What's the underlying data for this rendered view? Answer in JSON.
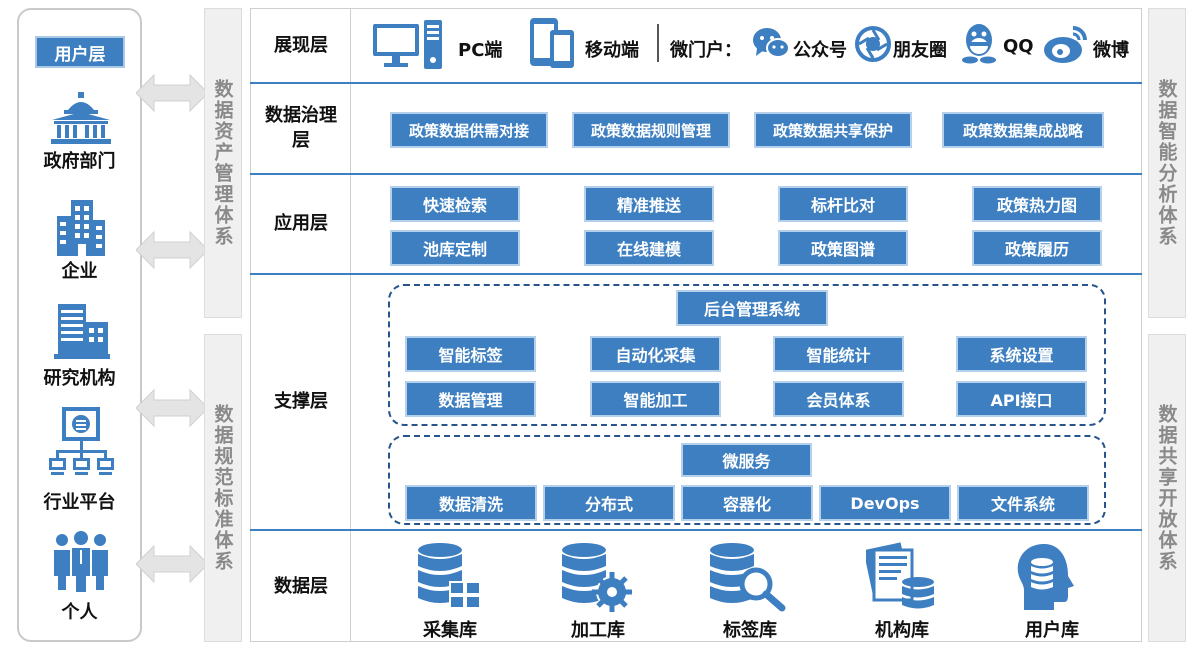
{
  "user_layer": {
    "title": "用户层",
    "items": [
      {
        "label": "政府部门",
        "icon": "government-building-icon"
      },
      {
        "label": "企业",
        "icon": "office-building-icon"
      },
      {
        "label": "研究机构",
        "icon": "research-building-icon"
      },
      {
        "label": "行业平台",
        "icon": "network-platform-icon"
      },
      {
        "label": "个人",
        "icon": "people-group-icon"
      }
    ]
  },
  "left_systems": [
    {
      "label": "数据资产管理体系"
    },
    {
      "label": "数据规范标准体系"
    }
  ],
  "right_systems": [
    {
      "label": "数据智能分析体系"
    },
    {
      "label": "数据共享开放体系"
    }
  ],
  "presentation_layer": {
    "label": "展现层",
    "pc": "PC端",
    "mobile": "移动端",
    "micro_portal": "微门户：",
    "channels": [
      {
        "label": "公众号",
        "icon": "wechat-icon"
      },
      {
        "label": "朋友圈",
        "icon": "moments-icon"
      },
      {
        "label": "QQ",
        "icon": "qq-penguin-icon"
      },
      {
        "label": "微博",
        "icon": "weibo-icon"
      }
    ]
  },
  "governance_layer": {
    "label": "数据治理层",
    "items": [
      "政策数据供需对接",
      "政策数据规则管理",
      "政策数据共享保护",
      "政策数据集成战略"
    ]
  },
  "application_layer": {
    "label": "应用层",
    "row1": [
      "快速检索",
      "精准推送",
      "标杆比对",
      "政策热力图"
    ],
    "row2": [
      "池库定制",
      "在线建模",
      "政策图谱",
      "政策履历"
    ]
  },
  "support_layer": {
    "label": "支撑层",
    "backend_title": "后台管理系统",
    "backend_row1": [
      "智能标签",
      "自动化采集",
      "智能统计",
      "系统设置"
    ],
    "backend_row2": [
      "数据管理",
      "智能加工",
      "会员体系",
      "API接口"
    ],
    "micro_title": "微服务",
    "micro_items": [
      "数据清洗",
      "分布式",
      "容器化",
      "DevOps",
      "文件系统"
    ]
  },
  "data_layer": {
    "label": "数据层",
    "items": [
      {
        "label": "采集库",
        "icon": "database-windows-icon"
      },
      {
        "label": "加工库",
        "icon": "database-gear-icon"
      },
      {
        "label": "标签库",
        "icon": "database-search-icon"
      },
      {
        "label": "机构库",
        "icon": "document-database-icon"
      },
      {
        "label": "用户库",
        "icon": "head-database-icon"
      }
    ]
  },
  "colors": {
    "accent": "#3d7fc1",
    "border": "#27548c",
    "muted": "#8a8a8a",
    "panel": "#f0f0f0"
  }
}
